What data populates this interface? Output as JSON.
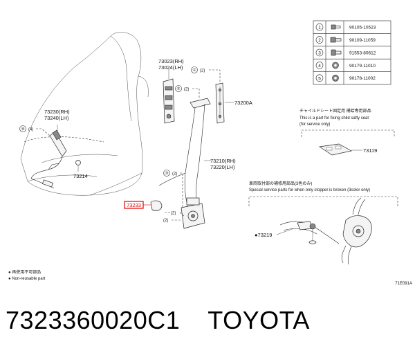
{
  "diagram": {
    "fastener_table": [
      {
        "num": "1",
        "part": "90105-10523"
      },
      {
        "num": "2",
        "part": "90109-11059"
      },
      {
        "num": "3",
        "part": "91553-80612"
      },
      {
        "num": "4",
        "part": "90179-11010"
      },
      {
        "num": "5",
        "part": "90178-11002"
      }
    ],
    "labels": {
      "p73023": "73023(RH)",
      "p73024": "73024(LH)",
      "p73230": "73230(RH)",
      "p73240": "73240(LH)",
      "p73200a": "73200A",
      "p73214": "73214",
      "p73210": "73210(RH)",
      "p73220": "73220(LH)",
      "p73233": "73233",
      "p73119": "73119",
      "p73219": "●73219"
    },
    "callouts": {
      "c1_top": "①",
      "c5": "⑤",
      "c4": "④",
      "c3": "③",
      "c2_a": "(2)",
      "c2_b": "(2)",
      "c2_c": "(2)",
      "c2_d": "(4)",
      "c2_e": "(2)",
      "c2_f": "(2)"
    },
    "child_seat": {
      "jp": "チャイルドシート固定用 補給専用部品",
      "en1": "This is a part for fixing child safty seat",
      "en2": "(for service only)"
    },
    "stopper": {
      "jp": "車両取付部の補修用部品(3色のみ)",
      "en": "Special service parts for when only stopper is broken (3color only)"
    },
    "legend": {
      "jp": "● 再使用不可部品",
      "en": "● Non-reusable part"
    },
    "diagram_code": "71E091A"
  },
  "footer": {
    "part_number": "7323360020C1",
    "brand": "TOYOTA"
  }
}
